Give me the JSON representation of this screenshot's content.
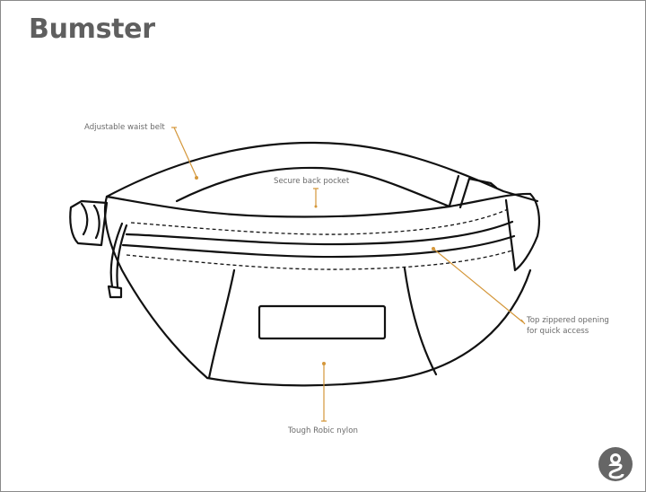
{
  "title": "Bumster",
  "colors": {
    "title": "#5f5f5f",
    "label_text": "#6a6a6a",
    "callout": "#d4973a",
    "outline": "#111111",
    "logo": "#666666"
  },
  "callouts": [
    {
      "id": "waist-belt",
      "label": "Adjustable waist belt"
    },
    {
      "id": "back-pocket",
      "label": "Secure back pocket"
    },
    {
      "id": "zipper",
      "label_line1": "Top zippered opening",
      "label_line2": "for quick access"
    },
    {
      "id": "nylon",
      "label": "Tough Robic nylon"
    }
  ],
  "logo": {
    "glyph": "g",
    "icon": "brand-logo-icon"
  }
}
